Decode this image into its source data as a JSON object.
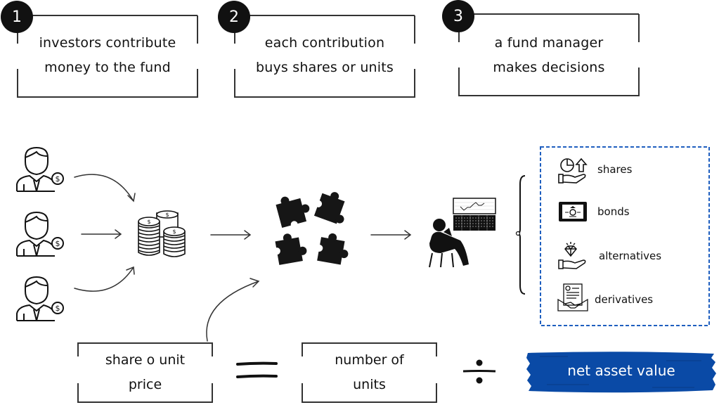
{
  "steps": [
    {
      "number": "1",
      "line1": "investors contribute",
      "line2": "money to the fund"
    },
    {
      "number": "2",
      "line1": "each contribution",
      "line2": "buys shares or units"
    },
    {
      "number": "3",
      "line1": "a fund manager",
      "line2": "makes decisions"
    }
  ],
  "flow": {
    "investors": [
      "investor-1",
      "investor-2",
      "investor-3"
    ],
    "pool_icon": "coin-stacks-icon",
    "units_icon": "puzzle-pieces-icon",
    "manager_icon": "fund-manager-icon"
  },
  "assets": {
    "border_color": "#1f5fbf",
    "items": [
      {
        "label": "shares",
        "icon": "shares-icon"
      },
      {
        "label": "bonds",
        "icon": "bonds-icon"
      },
      {
        "label": "alternatives",
        "icon": "alternatives-icon"
      },
      {
        "label": "derivatives",
        "icon": "derivatives-icon"
      }
    ]
  },
  "formula": {
    "left_line1": "share o unit",
    "left_line2": "price",
    "equals": "=",
    "middle_line1": "number of",
    "middle_line2": "units",
    "divide": "÷",
    "result": "net asset value",
    "result_color": "#0a4aa6"
  }
}
